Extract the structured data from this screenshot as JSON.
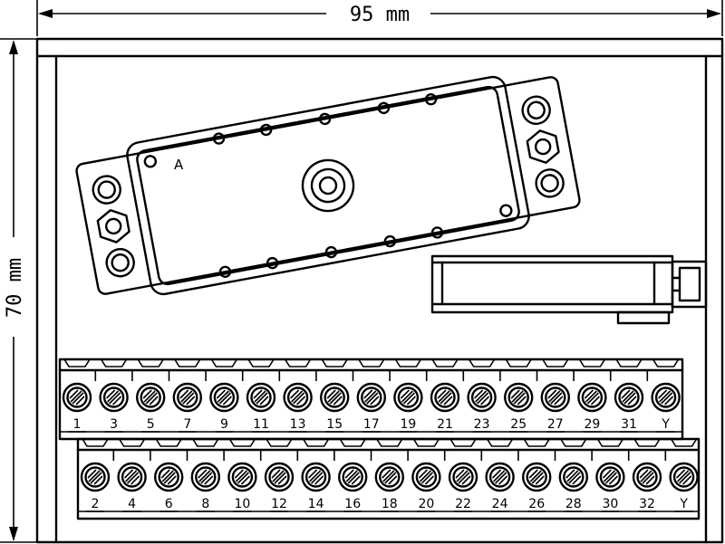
{
  "dimensions": {
    "width_label": "95 mm",
    "height_label": "70 mm"
  },
  "part_label": "A",
  "terminal_rows": {
    "top": [
      "1",
      "3",
      "5",
      "7",
      "9",
      "11",
      "13",
      "15",
      "17",
      "19",
      "21",
      "23",
      "25",
      "27",
      "29",
      "31",
      "Y"
    ],
    "bottom": [
      "2",
      "4",
      "6",
      "8",
      "10",
      "12",
      "14",
      "16",
      "18",
      "20",
      "22",
      "24",
      "26",
      "28",
      "30",
      "32",
      "Y"
    ]
  }
}
